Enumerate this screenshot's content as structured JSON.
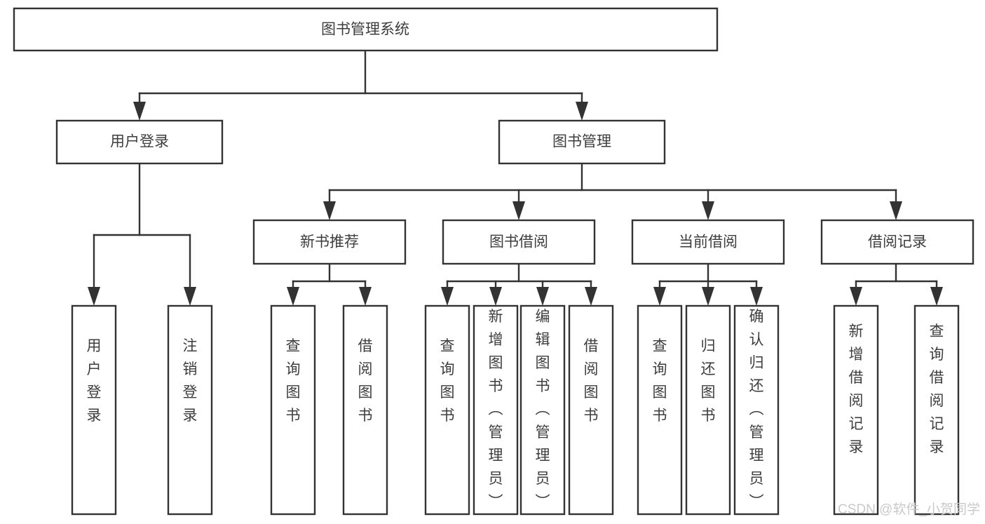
{
  "diagram": {
    "type": "tree-hierarchy",
    "root": {
      "id": "root",
      "label": "图书管理系统",
      "orientation": "horizontal"
    },
    "level2": [
      {
        "id": "user-login",
        "label": "用户登录",
        "orientation": "horizontal"
      },
      {
        "id": "book-management",
        "label": "图书管理",
        "orientation": "horizontal"
      }
    ],
    "level3": [
      {
        "id": "new-book-recommend",
        "label": "新书推荐",
        "orientation": "horizontal"
      },
      {
        "id": "book-borrow",
        "label": "图书借阅",
        "orientation": "horizontal"
      },
      {
        "id": "current-borrow",
        "label": "当前借阅",
        "orientation": "horizontal"
      },
      {
        "id": "borrow-record",
        "label": "借阅记录",
        "orientation": "horizontal"
      }
    ],
    "leaves": {
      "user-login": [
        {
          "id": "leaf-user-login",
          "label": "用户登录",
          "orientation": "vertical"
        },
        {
          "id": "leaf-logout-login",
          "label": "注销登录",
          "orientation": "vertical"
        }
      ],
      "new-book-recommend": [
        {
          "id": "leaf-query-book-1",
          "label": "查询图书",
          "orientation": "vertical"
        },
        {
          "id": "leaf-borrow-book-1",
          "label": "借阅图书",
          "orientation": "vertical"
        }
      ],
      "book-borrow": [
        {
          "id": "leaf-query-book-2",
          "label": "查询图书",
          "orientation": "vertical"
        },
        {
          "id": "leaf-add-book",
          "label": "新增图书（管理员）",
          "orientation": "vertical"
        },
        {
          "id": "leaf-edit-book",
          "label": "编辑图书（管理员）",
          "orientation": "vertical"
        },
        {
          "id": "leaf-borrow-book-2",
          "label": "借阅图书",
          "orientation": "vertical"
        }
      ],
      "current-borrow": [
        {
          "id": "leaf-query-book-3",
          "label": "查询图书",
          "orientation": "vertical"
        },
        {
          "id": "leaf-return-book",
          "label": "归还图书",
          "orientation": "vertical"
        },
        {
          "id": "leaf-confirm-return",
          "label": "确认归还（管理员）",
          "orientation": "vertical"
        }
      ],
      "borrow-record": [
        {
          "id": "leaf-add-borrow-record",
          "label": "新增借阅记录",
          "orientation": "vertical"
        },
        {
          "id": "leaf-query-borrow-record",
          "label": "查询借阅记录",
          "orientation": "vertical"
        }
      ]
    },
    "colors": {
      "stroke": "#333333",
      "fill": "#ffffff",
      "text": "#3d3d3d",
      "watermark": "#c9c9c9",
      "background": "#ffffff"
    }
  },
  "watermark": {
    "label": "CSDN @软件_小贺同学"
  }
}
